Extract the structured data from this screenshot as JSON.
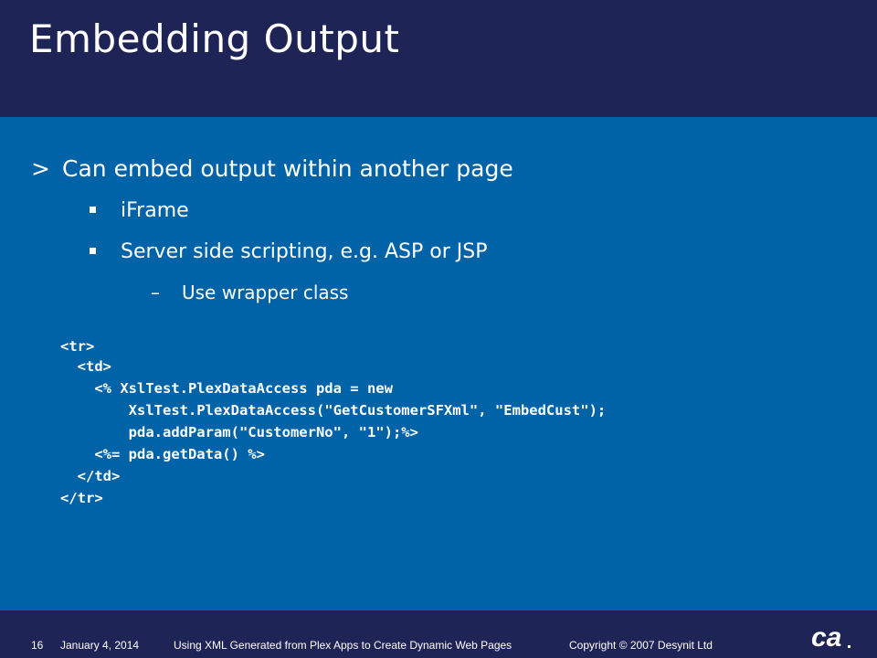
{
  "slide": {
    "title": "Embedding Output"
  },
  "bullets": {
    "level1": {
      "marker": ">",
      "text": "Can embed output within another page"
    },
    "level2": [
      {
        "text": "iFrame"
      },
      {
        "text": "Server side scripting, e.g. ASP or JSP"
      }
    ],
    "level3": {
      "marker": "–",
      "text": "Use wrapper class"
    }
  },
  "code_lines": [
    "<tr>",
    "  <td>",
    "    <% XslTest.PlexDataAccess pda = new",
    "        XslTest.PlexDataAccess(\"GetCustomerSFXml\", \"EmbedCust\");",
    "        pda.addParam(\"CustomerNo\", \"1\");%>",
    "    <%= pda.getData() %>",
    "  </td>",
    "</tr>"
  ],
  "footer": {
    "page_number": "16",
    "date": "January 4, 2014",
    "presentation_title": "Using XML Generated from Plex Apps to Create Dynamic Web Pages",
    "copyright": "Copyright © 2007 Desynit Ltd"
  },
  "logo": {
    "text": "ca",
    "icon": "ca-logo-icon"
  },
  "colors": {
    "title_bar": "#1f2457",
    "body": "#0063a8",
    "text": "#ffffff"
  }
}
